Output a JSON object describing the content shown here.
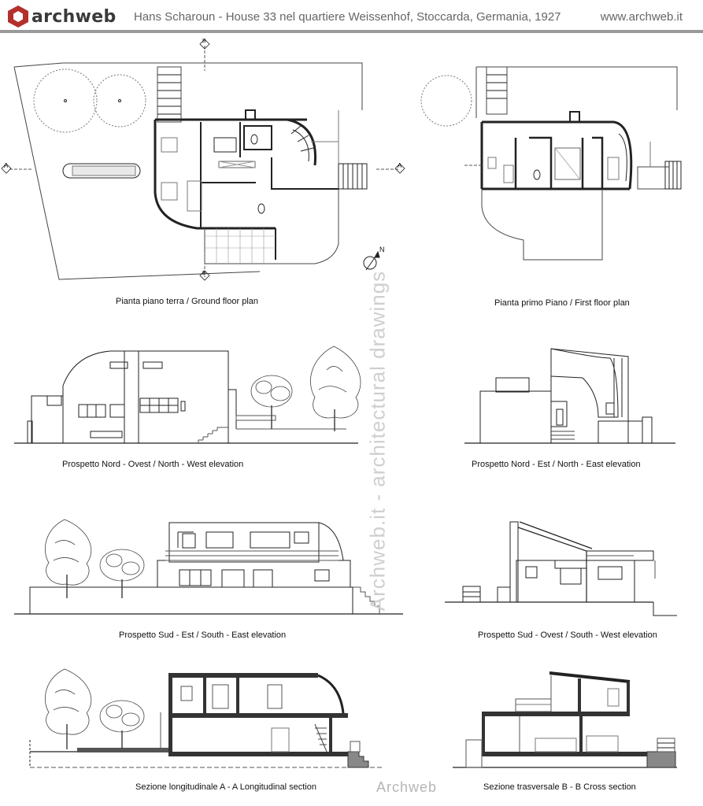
{
  "header": {
    "brand": "archweb",
    "title": "Hans Scharoun - House 33 nel quartiere Weissenhof, Stoccarda, Germania, 1927",
    "site": "www.archweb.it"
  },
  "captions": {
    "ground_floor": "Pianta piano terra  /  Ground floor plan",
    "first_floor": "Pianta primo Piano  /  First floor plan",
    "nw_elevation": "Prospetto Nord - Ovest   /   North - West elevation",
    "ne_elevation": "Prospetto Nord - Est   /   North - East elevation",
    "se_elevation": "Prospetto Sud - Est   /   South - East elevation",
    "sw_elevation": "Prospetto Sud - Ovest   /   South - West elevation",
    "section_aa": "Sezione longitudinale  A - A   Longitudinal section",
    "section_bb": "Sezione trasversale B - B  Cross section"
  },
  "labels": {
    "north": "N",
    "section_marker_a": "A",
    "section_marker_b": "B"
  },
  "watermark": "Archweb.it - architectural drawings",
  "footer_brand": "Archweb"
}
